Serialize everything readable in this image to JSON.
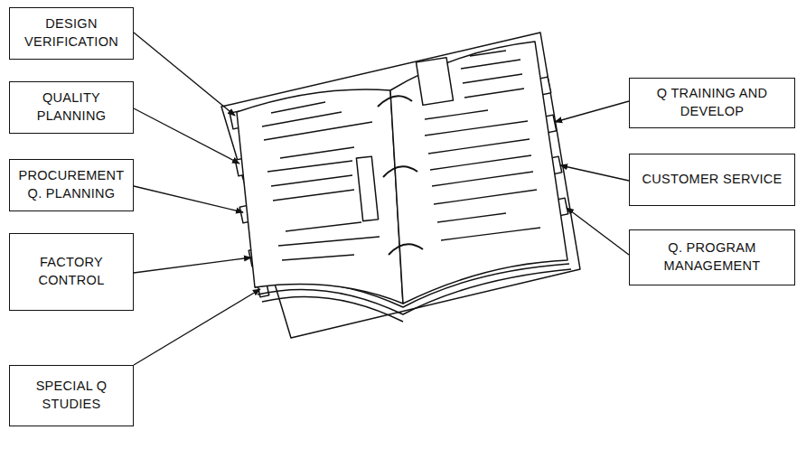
{
  "diagram": {
    "nodes": [
      {
        "text": [
          "DESIGN VERIFICATION"
        ]
      },
      {
        "text": [
          "QUALITY PLANNING"
        ]
      },
      {
        "text": [
          "PROCUREMENT Q. PLANNING"
        ]
      },
      {
        "text": [
          "FACTORY CONTROL"
        ]
      },
      {
        "text": [
          "SPECIAL Q STUDIES"
        ]
      },
      {
        "text": [
          "Q TRAINING AND DEVELOP"
        ]
      },
      {
        "text": [
          "CUSTOMER SERVICE"
        ]
      },
      {
        "text": [
          "Q. PROGRAM MANAGEMENT"
        ]
      }
    ]
  }
}
